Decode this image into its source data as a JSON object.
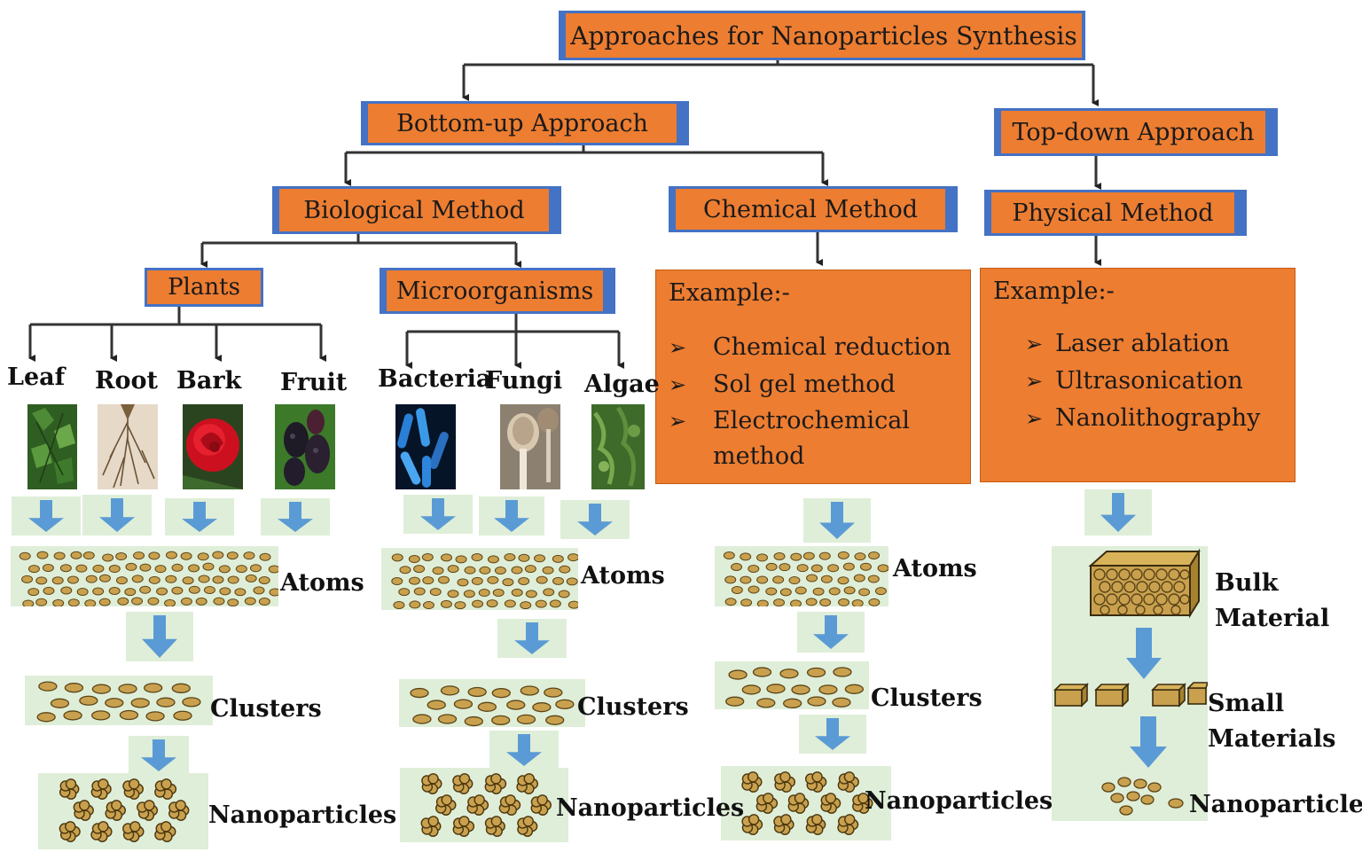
{
  "root": {
    "title": "Approaches for Nanoparticles Synthesis"
  },
  "bottom_up": {
    "title": "Bottom-up Approach"
  },
  "top_down": {
    "title": "Top-down Approach"
  },
  "biological": {
    "title": "Biological Method"
  },
  "chemical": {
    "title": "Chemical Method",
    "example_title": "Example:-",
    "examples": [
      "Chemical reduction",
      "Sol gel method",
      "Electrochemical method"
    ]
  },
  "physical": {
    "title": "Physical Method",
    "example_title": "Example:-",
    "examples": [
      "Laser ablation",
      "Ultrasonication",
      "Nanolithography"
    ]
  },
  "plants": {
    "title": "Plants",
    "items": [
      "Leaf",
      "Root",
      "Bark",
      "Fruit"
    ]
  },
  "microorganisms": {
    "title": "Microorganisms",
    "items": [
      "Bacteria",
      "Fungi",
      "Algae"
    ]
  },
  "stages": {
    "atoms": "Atoms",
    "clusters": "Clusters",
    "nanoparticles": "Nanoparticles"
  },
  "physical_stages": {
    "bulk": "Bulk Material",
    "small": "Small Materials",
    "nanoparticles": "Nanoparticles"
  },
  "colors": {
    "box_fill": "#ed7d31",
    "box_border": "#4472c4",
    "arrow": "#5b9bd5",
    "panel_bg": "#dfeed8",
    "particle": "#c9a14e"
  }
}
